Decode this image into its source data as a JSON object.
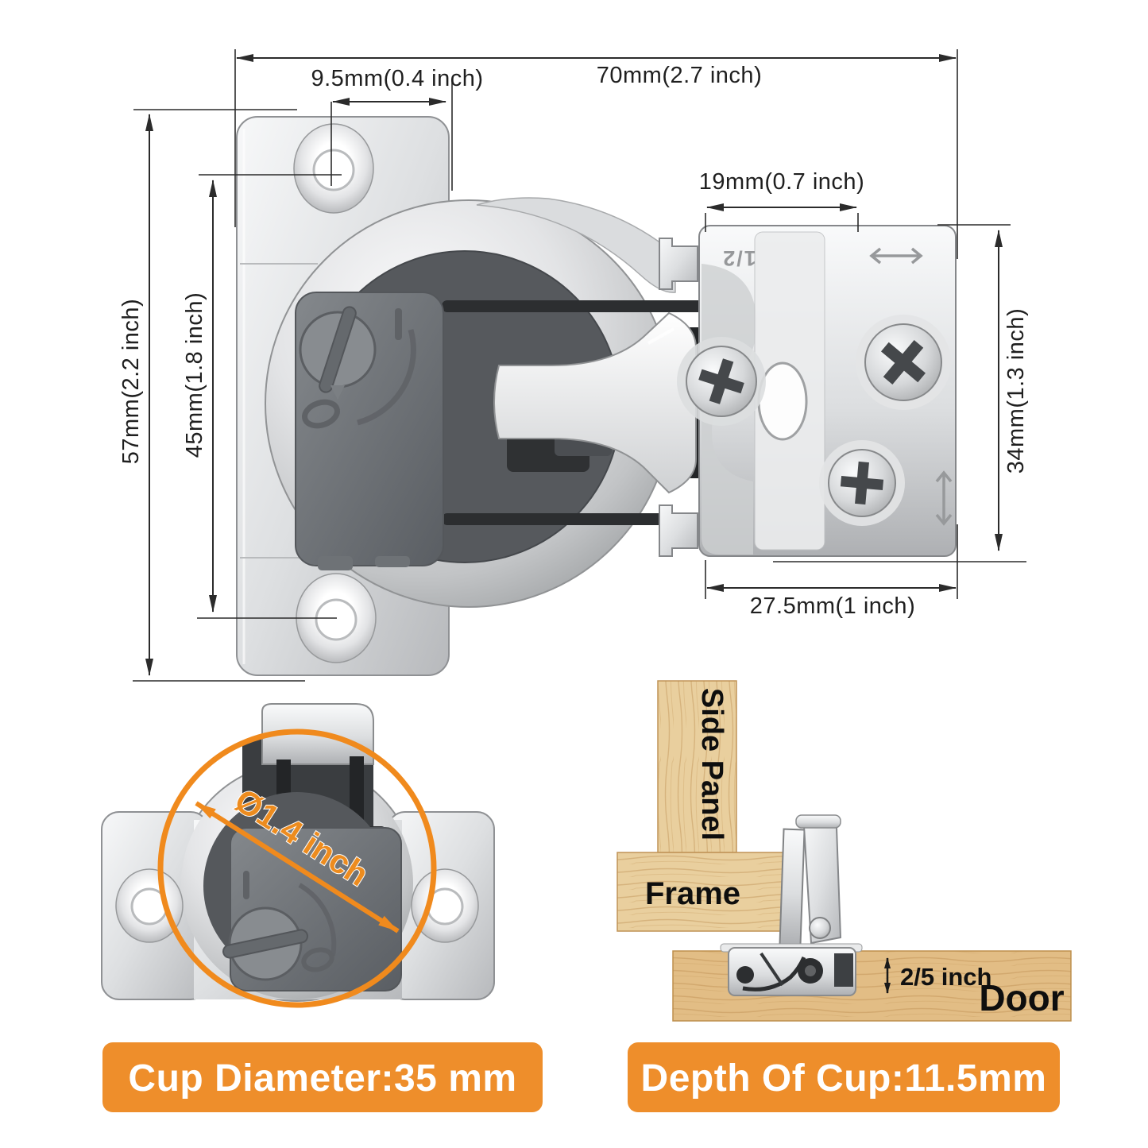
{
  "colors": {
    "accent_orange": "#ee8e2b",
    "dimension_line": "#2b2b2b",
    "metal_edge": "#8f9194",
    "plastic_gray": "#63676b",
    "wood_light": "#e9cf9e",
    "wood_door": "#e2bd85"
  },
  "main_view": {
    "dim_overall_width": "70mm(2.7 inch)",
    "dim_hole_to_edge": "9.5mm(0.4 inch)",
    "dim_plate_offset": "19mm(0.7 inch)",
    "dim_overall_height": "57mm(2.2 inch)",
    "dim_hole_spacing": "45mm(1.8 inch)",
    "dim_plate_height": "34mm(1.3 inch)",
    "dim_plate_width": "27.5mm(1 inch)",
    "stamp_text": "1/2"
  },
  "cup_view": {
    "diameter_callout": "Ø1.4 inch",
    "banner_label": "Cup Diameter:35 mm"
  },
  "installation_view": {
    "side_panel_label": "Side Panel",
    "frame_label": "Frame",
    "door_label": "Door",
    "cup_depth_callout": "2/5 inch",
    "banner_label": "Depth Of Cup:11.5mm"
  }
}
